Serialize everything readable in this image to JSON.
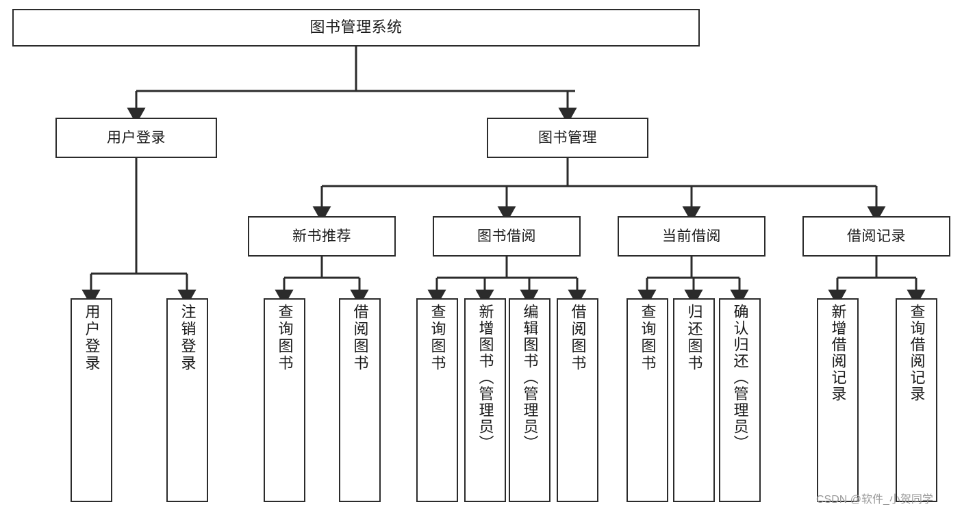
{
  "diagram": {
    "type": "tree",
    "title": "图书管理系统",
    "watermark": "CSDN @软件_小贺同学",
    "colors": {
      "node_border": "#2b2b2b",
      "node_fill": "#ffffff",
      "edge": "#2b2b2b",
      "text": "#1a1a1a",
      "watermark": "#9a9a9a",
      "background": "#ffffff"
    },
    "nodes": {
      "root": {
        "label": "图书管理系统"
      },
      "level2": [
        {
          "id": "user-login",
          "label": "用户登录"
        },
        {
          "id": "book-manage",
          "label": "图书管理"
        }
      ],
      "level3": [
        {
          "id": "new-book-rec",
          "label": "新书推荐"
        },
        {
          "id": "book-borrow",
          "label": "图书借阅"
        },
        {
          "id": "current-borrow",
          "label": "当前借阅"
        },
        {
          "id": "borrow-record",
          "label": "借阅记录"
        }
      ],
      "leaves": {
        "user-login": [
          {
            "id": "leaf-user-login",
            "label": "用户登录"
          },
          {
            "id": "leaf-logout",
            "label": "注销登录"
          }
        ],
        "new-book-rec": [
          {
            "id": "leaf-query-book-1",
            "label": "查询图书"
          },
          {
            "id": "leaf-borrow-book-1",
            "label": "借阅图书"
          }
        ],
        "book-borrow": [
          {
            "id": "leaf-query-book-2",
            "label": "查询图书"
          },
          {
            "id": "leaf-add-book",
            "label": "新增图书（管理员）"
          },
          {
            "id": "leaf-edit-book",
            "label": "编辑图书（管理员）"
          },
          {
            "id": "leaf-borrow-book-2",
            "label": "借阅图书"
          }
        ],
        "current-borrow": [
          {
            "id": "leaf-query-book-3",
            "label": "查询图书"
          },
          {
            "id": "leaf-return-book",
            "label": "归还图书"
          },
          {
            "id": "leaf-confirm-return",
            "label": "确认归还（管理员）"
          }
        ],
        "borrow-record": [
          {
            "id": "leaf-add-record",
            "label": "新增借阅记录"
          },
          {
            "id": "leaf-query-record",
            "label": "查询借阅记录"
          }
        ]
      }
    }
  }
}
